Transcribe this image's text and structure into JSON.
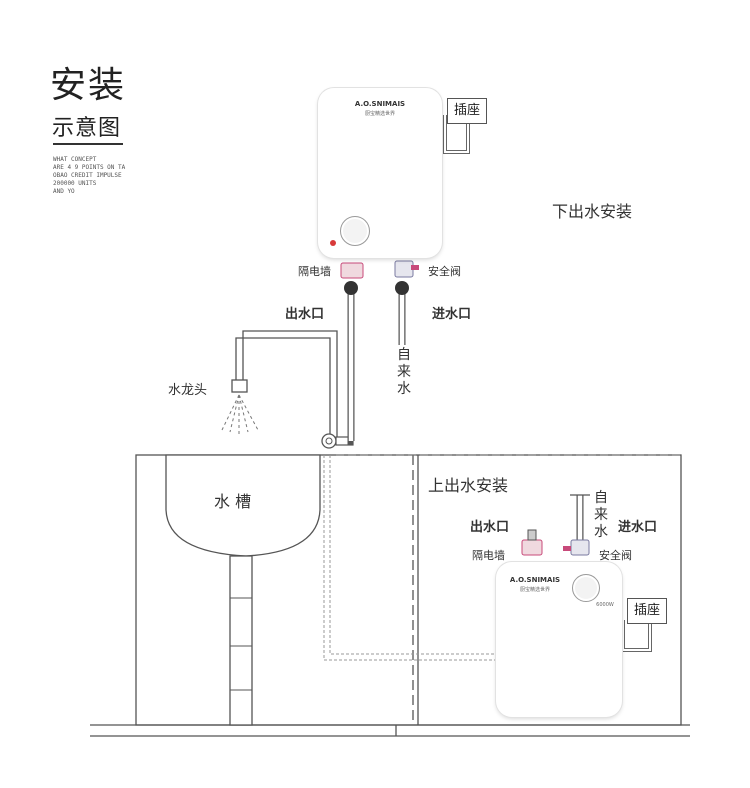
{
  "title": {
    "main": "安装",
    "sub": "示意图"
  },
  "english_lines": [
    "WHAT CONCEPT",
    "ARE 4 9 POINTS ON TA",
    "OBAO CREDIT IMPULSE",
    "200000 UNITS",
    "AND YO"
  ],
  "bottom_install": {
    "heading": "下出水安装",
    "outlet": "插座",
    "brand": "A.O.SNIMAIS",
    "brand_sub": "厨宝精选世界",
    "partition_wall": "隔电墙",
    "safety_valve": "安全阀",
    "water_outlet": "出水口",
    "water_inlet": "进水口",
    "tap_water": [
      "自",
      "来",
      "水"
    ],
    "faucet": "水龙头"
  },
  "sink": {
    "label": "水 槽"
  },
  "top_install": {
    "heading": "上出水安装",
    "tap_water": [
      "自",
      "来",
      "水"
    ],
    "water_outlet": "出水口",
    "water_inlet": "进水口",
    "partition_wall": "隔电墙",
    "safety_valve": "安全阀",
    "outlet": "插座",
    "brand": "A.O.SNIMAIS",
    "brand_sub": "厨宝精选世界",
    "model": "6000W"
  },
  "colors": {
    "line": "#555555",
    "pipe": "#ffffff",
    "led": "#d83a3a",
    "fitting": "#d0d0d0",
    "valve": "#c84a7a"
  }
}
